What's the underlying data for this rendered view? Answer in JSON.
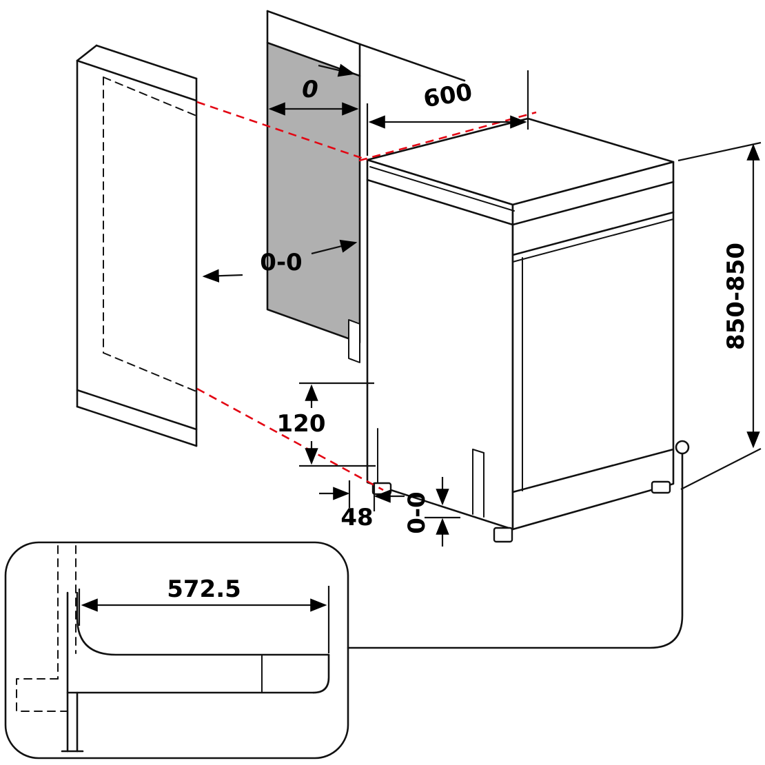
{
  "drawing": {
    "title": "appliance-installation-dimension-diagram",
    "labels": {
      "top_gap": "0",
      "width": "600",
      "side_clearance": "0-0",
      "height": "850-850",
      "plinth_height": "120",
      "plinth_recess": "48",
      "foot_adjust": "0-0",
      "plinth_width": "572.5"
    },
    "colors": {
      "line": "#111111",
      "red": "#e30613",
      "panel_gray": "#b0b0b0"
    }
  }
}
